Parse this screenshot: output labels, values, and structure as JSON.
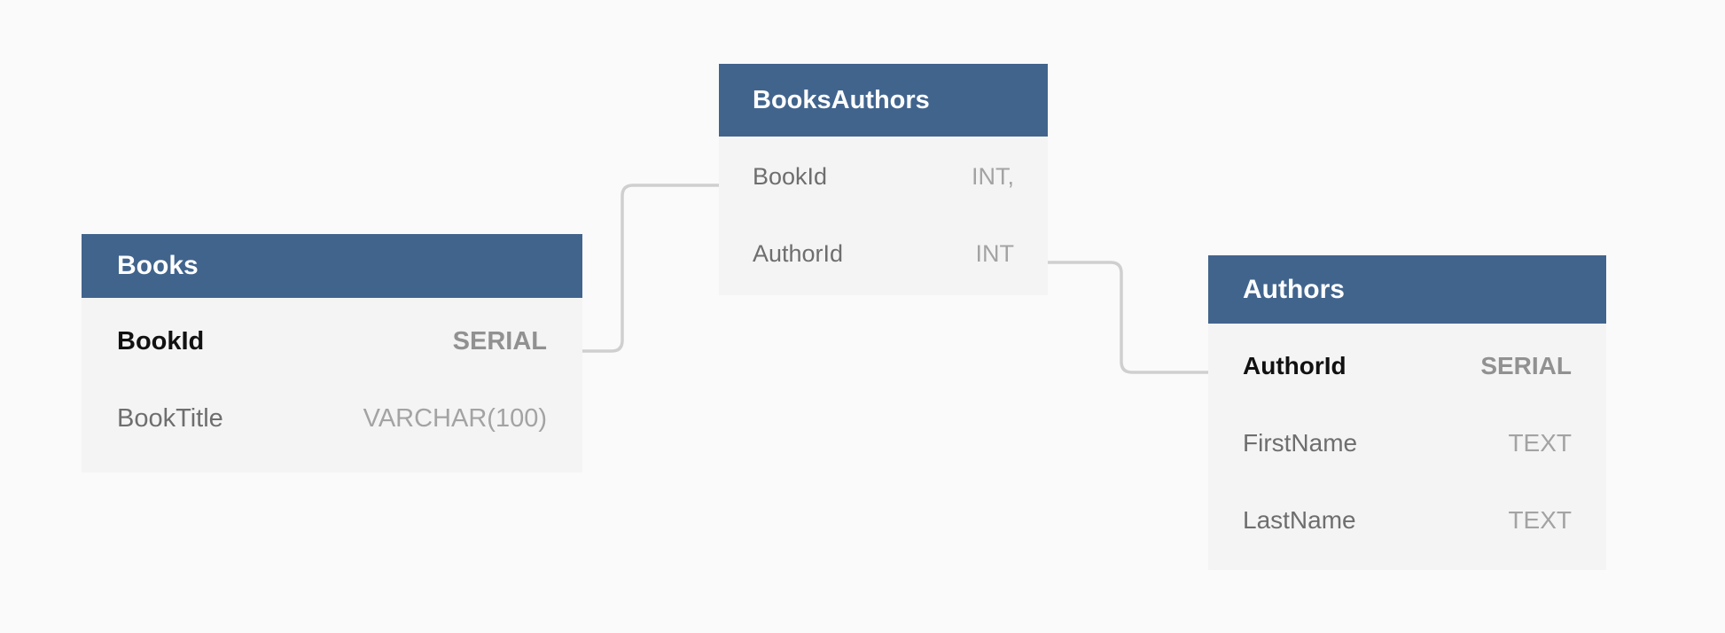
{
  "diagram": {
    "kind": "entity-relationship-diagram",
    "background_color": "#fafafa",
    "header_color": "#41648d",
    "body_color": "#f4f4f4",
    "connector_color": "#cfcfcf",
    "tables": [
      {
        "id": "books",
        "title": "Books",
        "columns": [
          {
            "name": "BookId",
            "type": "SERIAL",
            "key": true
          },
          {
            "name": "BookTitle",
            "type": "VARCHAR(100)",
            "key": false
          }
        ]
      },
      {
        "id": "booksauthors",
        "title": "BooksAuthors",
        "columns": [
          {
            "name": "BookId",
            "type": "INT,",
            "key": false
          },
          {
            "name": "AuthorId",
            "type": "INT",
            "key": false
          }
        ]
      },
      {
        "id": "authors",
        "title": "Authors",
        "columns": [
          {
            "name": "AuthorId",
            "type": "SERIAL",
            "key": true
          },
          {
            "name": "FirstName",
            "type": "TEXT",
            "key": false
          },
          {
            "name": "LastName",
            "type": "TEXT",
            "key": false
          }
        ]
      }
    ],
    "relationships": [
      {
        "id": "books-to-booksauthors",
        "from": "Books.BookId",
        "to": "BooksAuthors.BookId"
      },
      {
        "id": "booksauthors-to-authors",
        "from": "BooksAuthors.AuthorId",
        "to": "Authors.AuthorId"
      }
    ]
  }
}
